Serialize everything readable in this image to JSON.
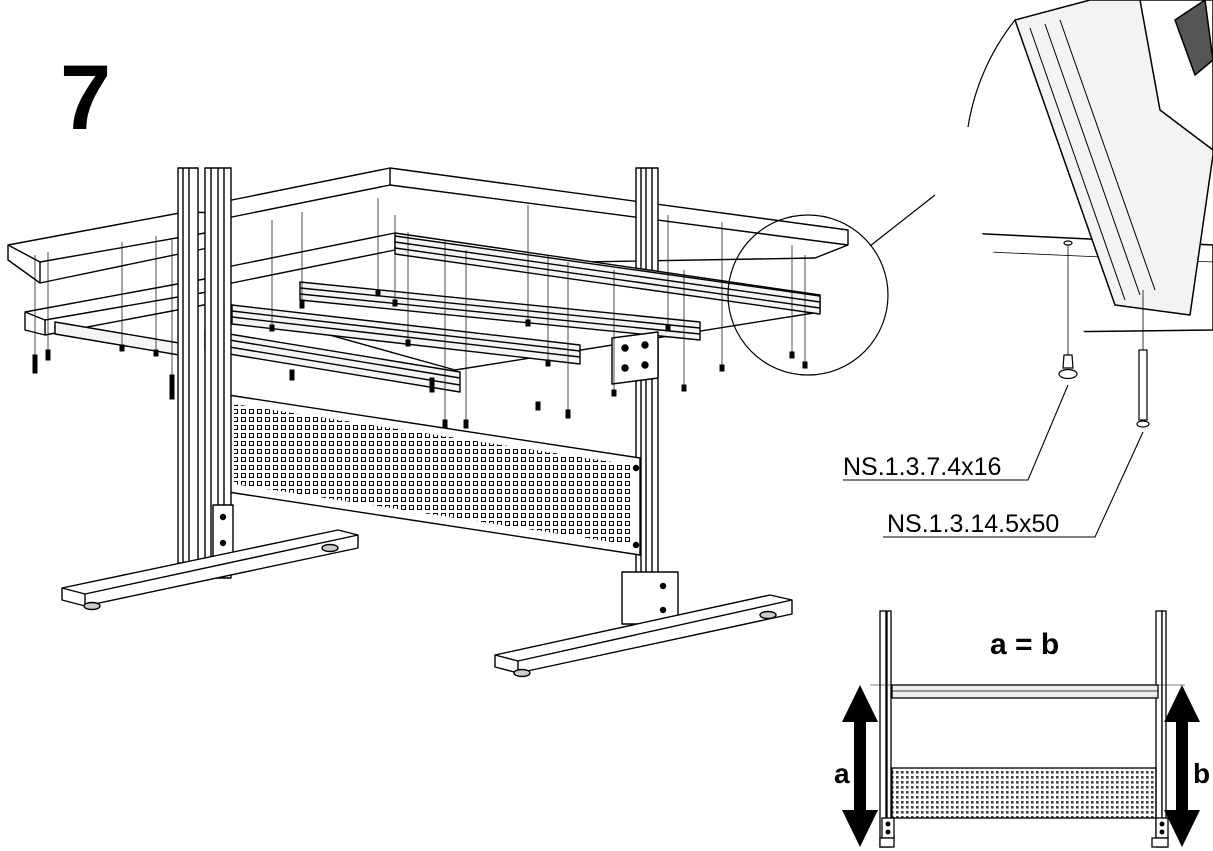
{
  "step": {
    "number": "7"
  },
  "callouts": {
    "screw_small": "NS.1.3.7.4x16",
    "screw_long": "NS.1.3.14.5x50"
  },
  "detail": {
    "equation": "a = b",
    "label_a": "a",
    "label_b": "b"
  },
  "colors": {
    "line": "#000000",
    "paper": "#ffffff",
    "metal": "#f2f2f2",
    "shade": "#bdbdbd"
  }
}
